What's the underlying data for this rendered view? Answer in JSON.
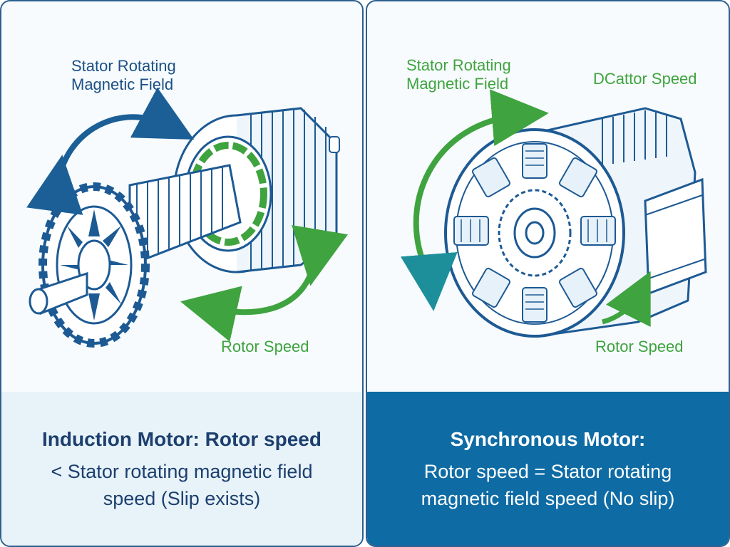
{
  "induction": {
    "field_label_line1": "Stator Rotating",
    "field_label_line2": "Magnetic Field",
    "rotor_speed_label": "Rotor Speed",
    "caption_title": "Induction Motor: Rotor speed",
    "caption_line1": "< Stator rotating magnetic field",
    "caption_line2": "speed (Slip exists)"
  },
  "synchronous": {
    "field_label_line1": "Stator Rotating",
    "field_label_line2": "Magnetic Field",
    "extra_label": "DCattor Speed",
    "rotor_speed_label": "Rotor Speed",
    "caption_title": "Synchronous Motor:",
    "caption_line1": "Rotor speed = Stator rotating",
    "caption_line2": "magnetic field speed (No slip)"
  },
  "colors": {
    "blue": "#1b4f86",
    "green": "#3fa33f",
    "dark_panel": "#0e6ba4",
    "light_panel": "#e8f3f9"
  }
}
